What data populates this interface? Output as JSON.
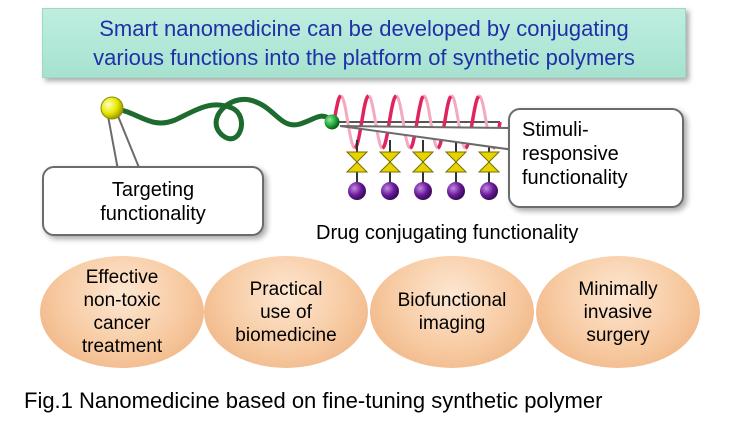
{
  "banner": {
    "line1": "Smart nanomedicine can be developed by conjugating",
    "line2": "various functions into the platform of synthetic polymers"
  },
  "callouts": {
    "targeting": {
      "line1": "Targeting",
      "line2": "functionality"
    },
    "stimuli": {
      "line1": "Stimuli-",
      "line2": "responsive",
      "line3": "functionality"
    }
  },
  "drug_label": "Drug conjugating functionality",
  "applications": [
    {
      "lines": [
        "Effective",
        "non-toxic",
        "cancer",
        "treatment"
      ]
    },
    {
      "lines": [
        "Practical",
        "use of",
        "biomedicine"
      ]
    },
    {
      "lines": [
        "Biofunctional",
        "imaging"
      ]
    },
    {
      "lines": [
        "Minimally",
        "invasive",
        "surgery"
      ]
    }
  ],
  "caption": "Fig.1 Nanomedicine based on fine-tuning synthetic polymer",
  "colors": {
    "banner_text": "#2030a8",
    "polymer_chain": "#1d6b2e",
    "helix": "#e0245e",
    "linker": "#e6d300",
    "drug": "#6a1b9a",
    "ligand": "#e8e800"
  }
}
